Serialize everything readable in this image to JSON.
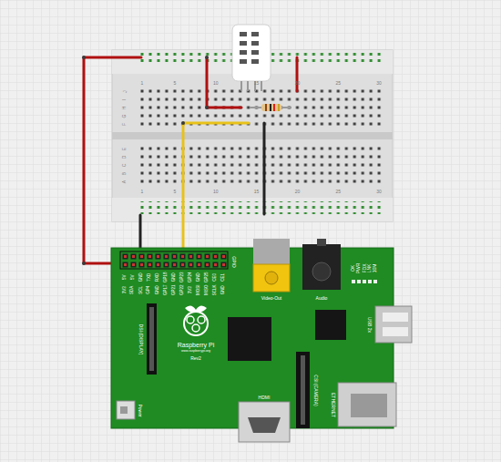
{
  "diagram": {
    "labels": [
      "GPIO",
      "5V",
      "5V",
      "GND",
      "TXD",
      "RXD",
      "GP18",
      "GND",
      "GP23",
      "GP24",
      "GND",
      "GP25",
      "CE0",
      "CE1",
      "3V3",
      "SDA",
      "SCL",
      "GP4",
      "GND",
      "GP17",
      "GP21",
      "GP22",
      "3V3",
      "MOSI",
      "MISO",
      "SCLK",
      "GND",
      "Video-Out",
      "Audio",
      "OK",
      "PWR",
      "FDX",
      "LNK",
      "10M",
      "USB 2x",
      "DSI (DISPLAY)",
      "Raspberry Pi",
      "www.raspberrypi.org",
      "Rev2",
      "HDMI",
      "CSI (CAMERA)",
      "ETHERNET",
      "Power",
      "1",
      "5",
      "10",
      "15",
      "20",
      "25",
      "30",
      "1",
      "5",
      "10",
      "15",
      "20",
      "25",
      "30",
      "J",
      "I",
      "H",
      "G",
      "F",
      "E",
      "D",
      "C",
      "B",
      "A"
    ]
  }
}
